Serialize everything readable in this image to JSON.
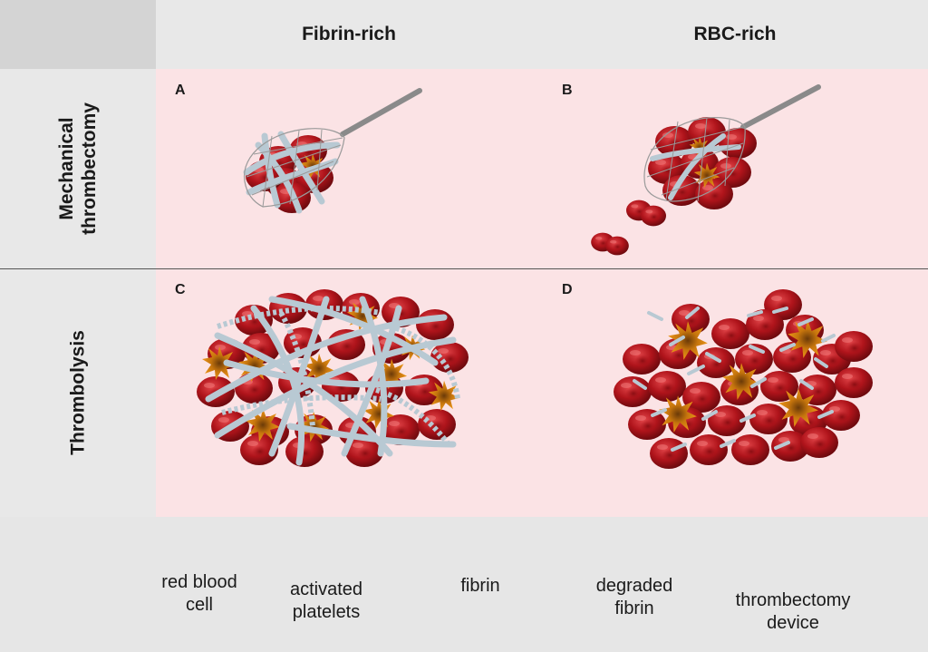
{
  "columns": {
    "left": "Fibrin-rich",
    "right": "RBC-rich"
  },
  "rows": {
    "top": [
      "Mechanical",
      "thrombectomy"
    ],
    "bottom": "Thrombolysis"
  },
  "panels": {
    "a": "A",
    "b": "B",
    "c": "C",
    "d": "D"
  },
  "legend": {
    "rbc": [
      "red blood",
      "cell"
    ],
    "platelets": [
      "activated",
      "platelets"
    ],
    "fibrin": "fibrin",
    "degraded": [
      "degraded",
      "fibrin"
    ],
    "device": [
      "thrombectomy",
      "device"
    ]
  },
  "colors": {
    "panel_bg": "#fbe3e5",
    "rbc": "#b0141b",
    "platelet": "#e0880f",
    "fibrin": "#b8c9d3",
    "device": "#8a8a8a"
  }
}
